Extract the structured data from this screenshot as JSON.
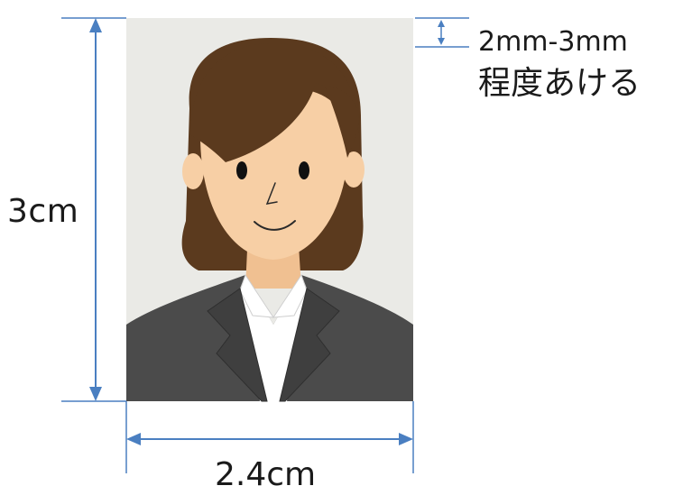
{
  "dimensions": {
    "height": "3cm",
    "width": "2.4cm",
    "top_gap_line1": "2mm-3mm",
    "top_gap_line2": "程度あける"
  },
  "colors": {
    "dimension_line": "#4a7fc1",
    "photo_background": "#eaeae6",
    "hair": "#5b3a1e",
    "skin": "#f7cfa5",
    "suit": "#4b4b4b",
    "shirt": "#ffffff"
  }
}
